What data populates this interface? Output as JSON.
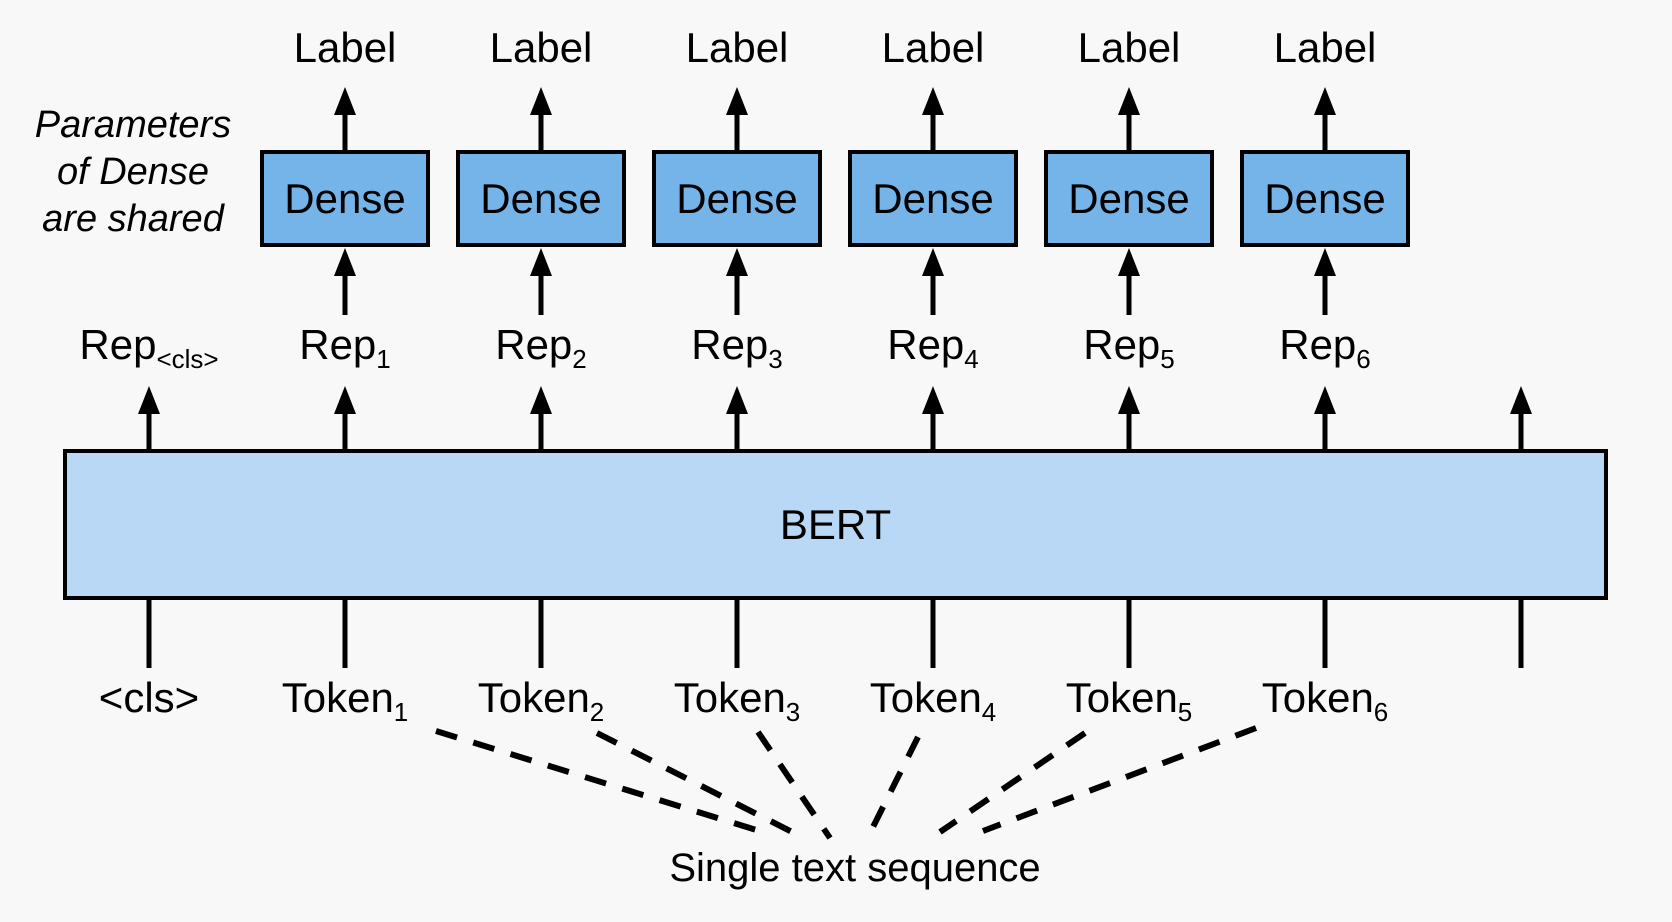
{
  "note": {
    "line1": "Parameters",
    "line2": "of Dense",
    "line3": "are shared"
  },
  "output_label": "Label",
  "dense_label": "Dense",
  "bert_label": "BERT",
  "bottom_caption": "Single text sequence",
  "colors": {
    "dense_fill": "#74b4e9",
    "bert_fill": "#b9d8f6",
    "background": "#f8f8f8",
    "line": "#000000"
  },
  "columns": [
    {
      "rep_base": "Rep",
      "rep_sub": "<cls>",
      "token_base": "<cls>",
      "token_sub": ""
    },
    {
      "rep_base": "Rep",
      "rep_sub": "1",
      "token_base": "Token",
      "token_sub": "1"
    },
    {
      "rep_base": "Rep",
      "rep_sub": "2",
      "token_base": "Token",
      "token_sub": "2"
    },
    {
      "rep_base": "Rep",
      "rep_sub": "3",
      "token_base": "Token",
      "token_sub": "3"
    },
    {
      "rep_base": "Rep",
      "rep_sub": "4",
      "token_base": "Token",
      "token_sub": "4"
    },
    {
      "rep_base": "Rep",
      "rep_sub": "5",
      "token_base": "Token",
      "token_sub": "5"
    },
    {
      "rep_base": "Rep",
      "rep_sub": "6",
      "token_base": "Token",
      "token_sub": "6"
    }
  ]
}
